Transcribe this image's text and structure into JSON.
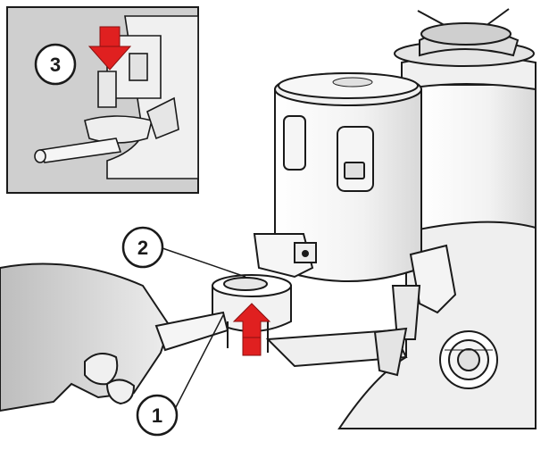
{
  "callouts": [
    {
      "label": "1"
    },
    {
      "label": "2"
    },
    {
      "label": "3"
    }
  ],
  "colors": {
    "arrow": "#e02020",
    "inset_background": "#cfcfcf",
    "line": "#1a1a1a",
    "body_shade": "#e6e6e6"
  }
}
